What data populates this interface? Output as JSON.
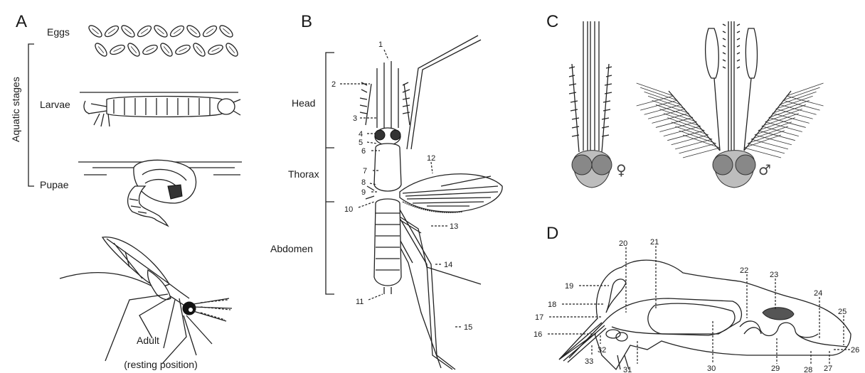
{
  "panels": {
    "a": "A",
    "b": "B",
    "c": "C",
    "d": "D"
  },
  "panel_a": {
    "group_label": "Aquatic stages",
    "stages": [
      "Eggs",
      "Larvae",
      "Pupae"
    ],
    "adult_line1": "Adult",
    "adult_line2": "(resting position)"
  },
  "panel_b": {
    "regions": [
      "Head",
      "Thorax",
      "Abdomen"
    ],
    "callouts": [
      "1",
      "2",
      "3",
      "4",
      "5",
      "6",
      "7",
      "8",
      "9",
      "10",
      "11",
      "12",
      "13",
      "14",
      "15"
    ]
  },
  "panel_c": {
    "female_symbol": "♀",
    "male_symbol": "♂"
  },
  "panel_d": {
    "callouts": [
      "16",
      "17",
      "18",
      "19",
      "20",
      "21",
      "22",
      "23",
      "24",
      "25",
      "26",
      "27",
      "28",
      "29",
      "30",
      "31",
      "32",
      "33"
    ]
  }
}
